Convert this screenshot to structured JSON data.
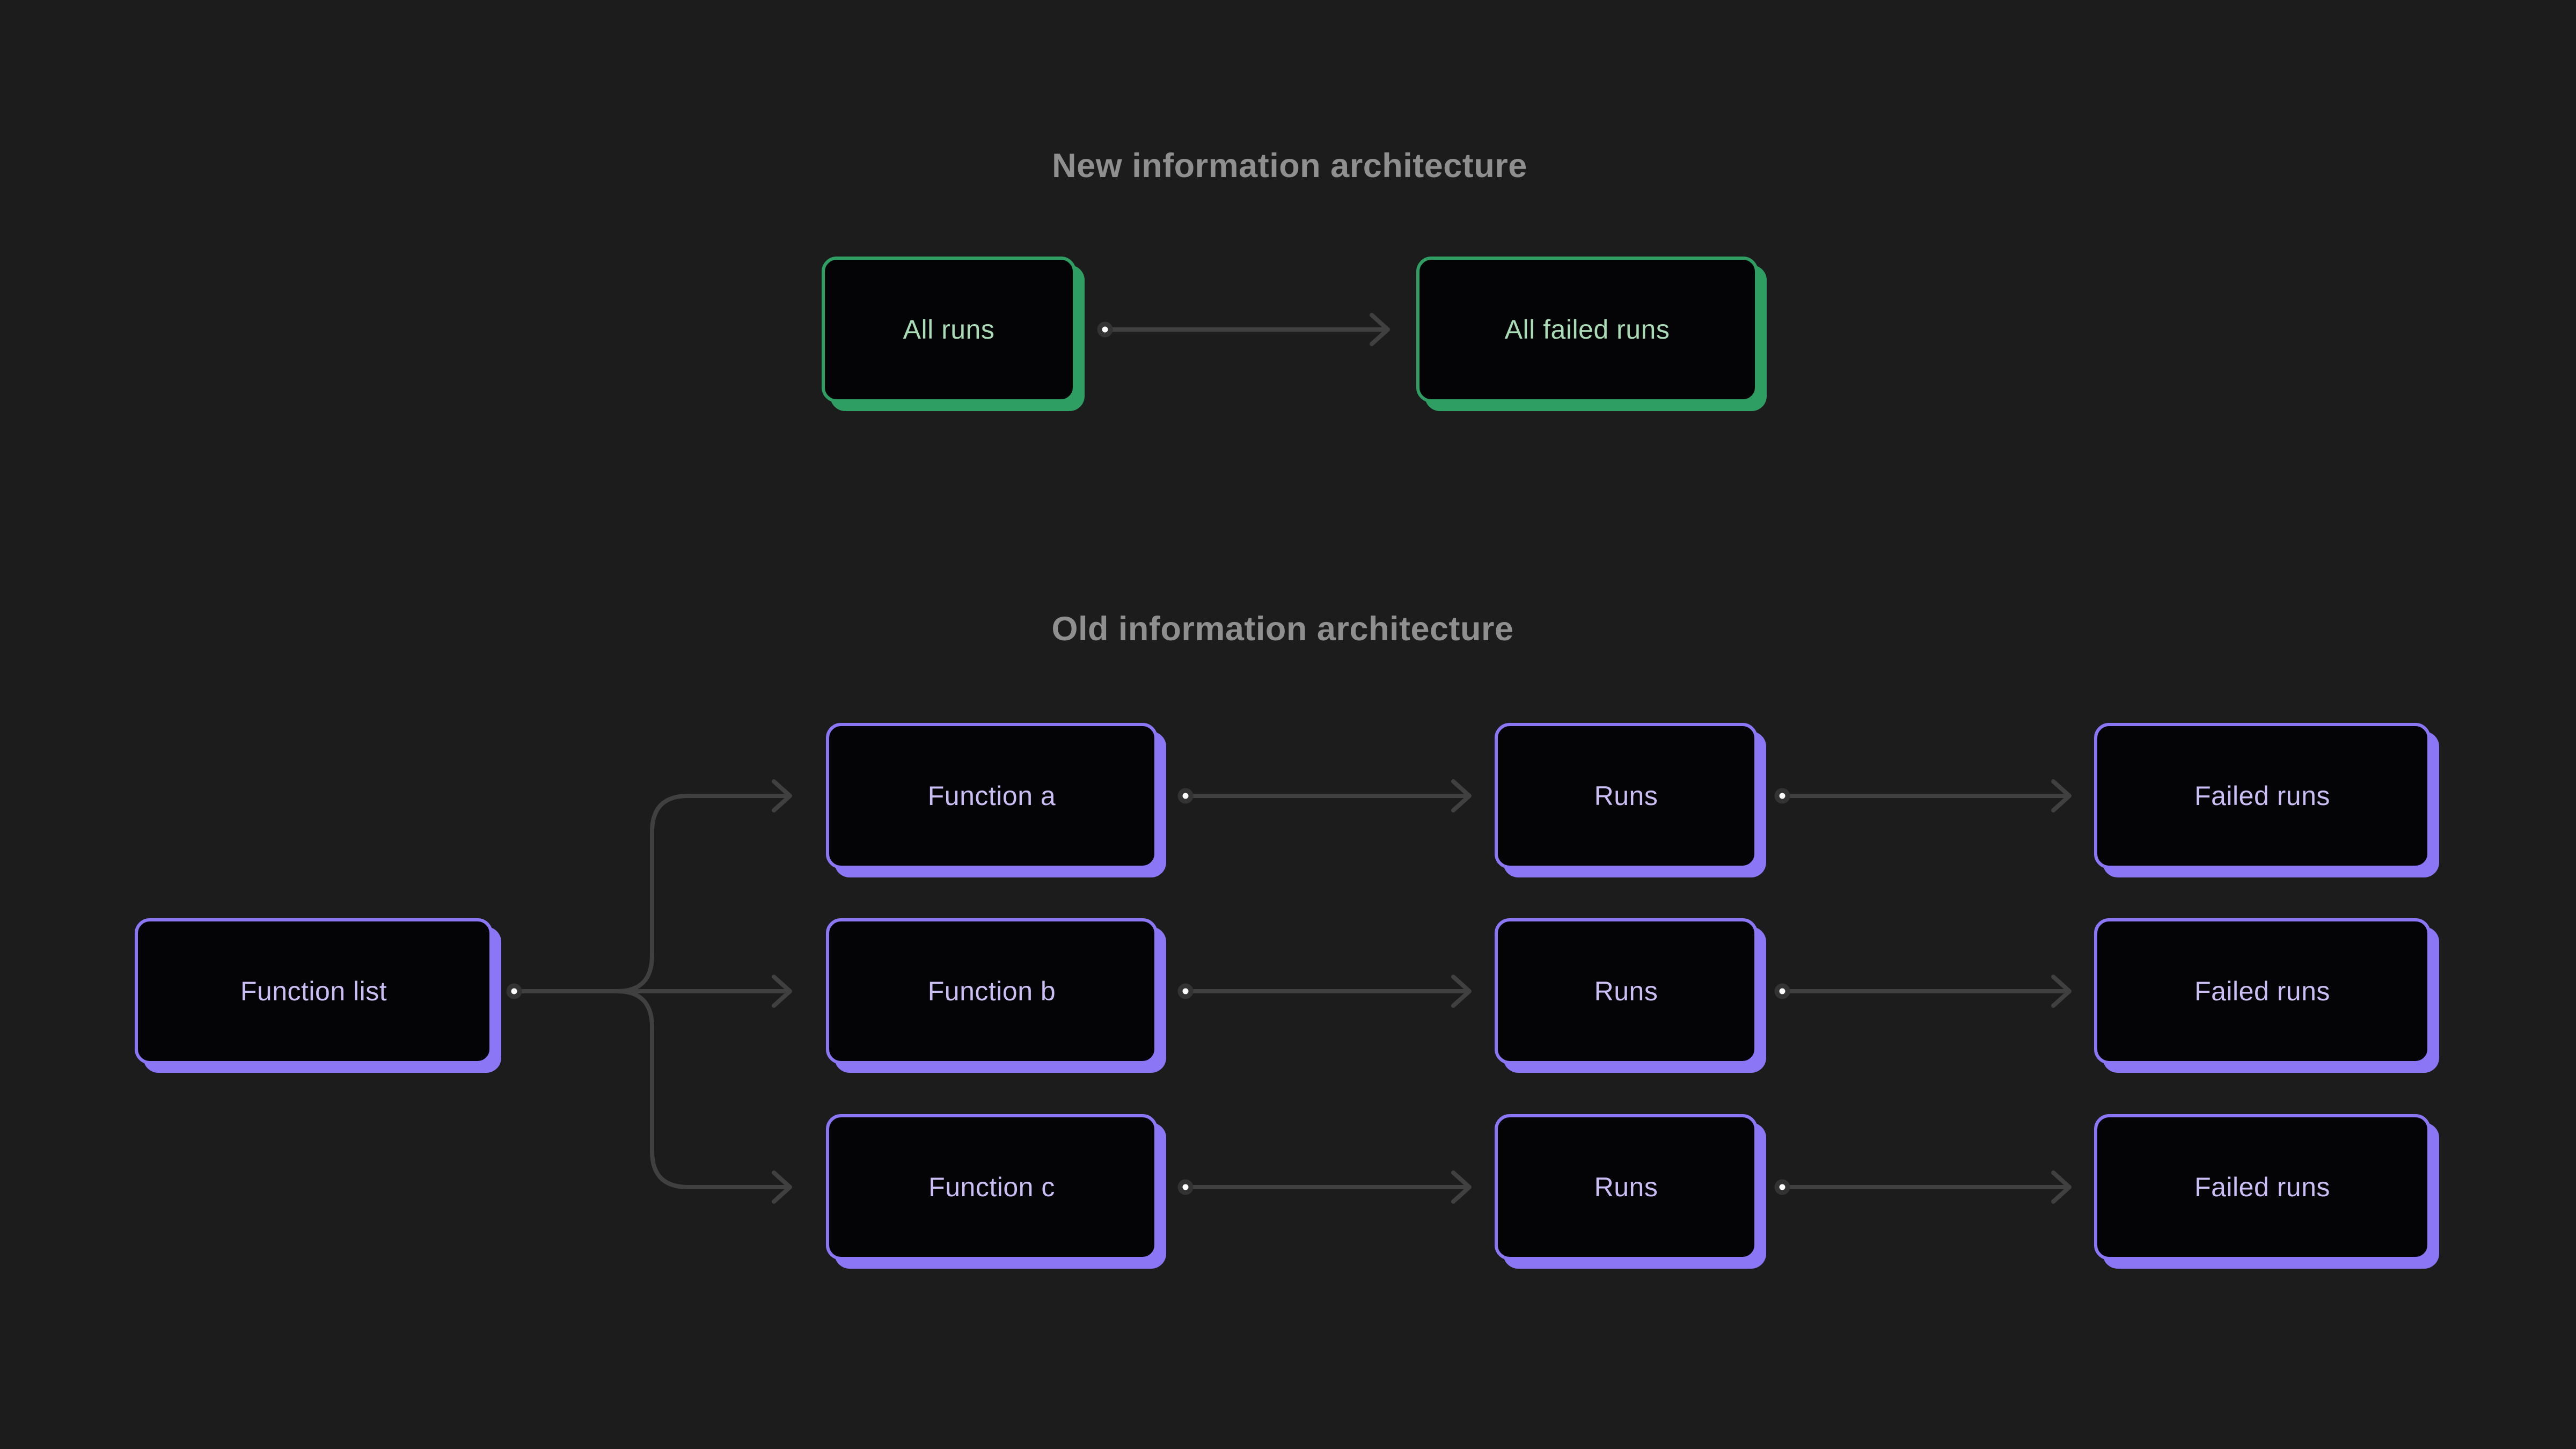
{
  "titles": {
    "new": "New information architecture",
    "old": "Old information architecture"
  },
  "new_section": {
    "all_runs": "All runs",
    "all_failed_runs": "All failed runs"
  },
  "old_section": {
    "root": "Function list",
    "rows": [
      {
        "function": "Function a",
        "runs": "Runs",
        "failed": "Failed runs"
      },
      {
        "function": "Function b",
        "runs": "Runs",
        "failed": "Failed runs"
      },
      {
        "function": "Function c",
        "runs": "Runs",
        "failed": "Failed runs"
      }
    ]
  },
  "colors": {
    "bg": "#1c1c1c",
    "box-fill": "#040406",
    "green": "#2f9e63",
    "purple": "#8b76f6",
    "mint": "#a9dcb6",
    "lavender": "#cbbef5",
    "title": "#8f8f8f",
    "line": "#404040",
    "dot-fill": "#ffffff",
    "dot-ring": "#333333"
  }
}
